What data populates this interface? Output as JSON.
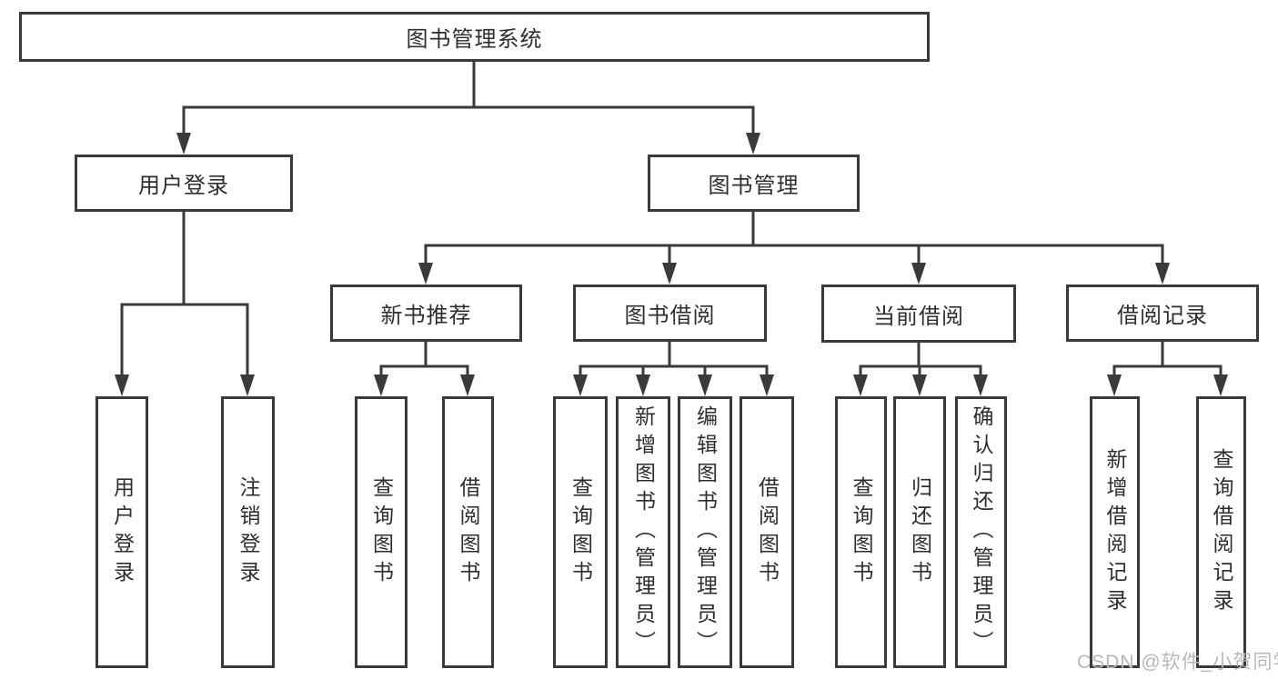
{
  "diagram_title": "图书管理系统",
  "tree": {
    "root": {
      "label": "图书管理系统",
      "children": [
        {
          "label": "用户登录",
          "children": [
            {
              "label": "用户登录"
            },
            {
              "label": "注销登录"
            }
          ]
        },
        {
          "label": "图书管理",
          "children": [
            {
              "label": "新书推荐",
              "children": [
                {
                  "label": "查询图书"
                },
                {
                  "label": "借阅图书"
                }
              ]
            },
            {
              "label": "图书借阅",
              "children": [
                {
                  "label": "查询图书"
                },
                {
                  "label": "新增图书（管理员）"
                },
                {
                  "label": "编辑图书（管理员）"
                },
                {
                  "label": "借阅图书"
                }
              ]
            },
            {
              "label": "当前借阅",
              "children": [
                {
                  "label": "查询图书"
                },
                {
                  "label": "归还图书"
                },
                {
                  "label": "确认归还（管理员）"
                }
              ]
            },
            {
              "label": "借阅记录",
              "children": [
                {
                  "label": "新增借阅记录"
                },
                {
                  "label": "查询借阅记录"
                }
              ]
            }
          ]
        }
      ]
    }
  },
  "watermark": {
    "text": "CSDN @软件_小贺同学",
    "color": "#b8b8b8"
  },
  "colors": {
    "line": "#3a3a3a",
    "text": "#2e2e2e",
    "background": "#ffffff"
  }
}
